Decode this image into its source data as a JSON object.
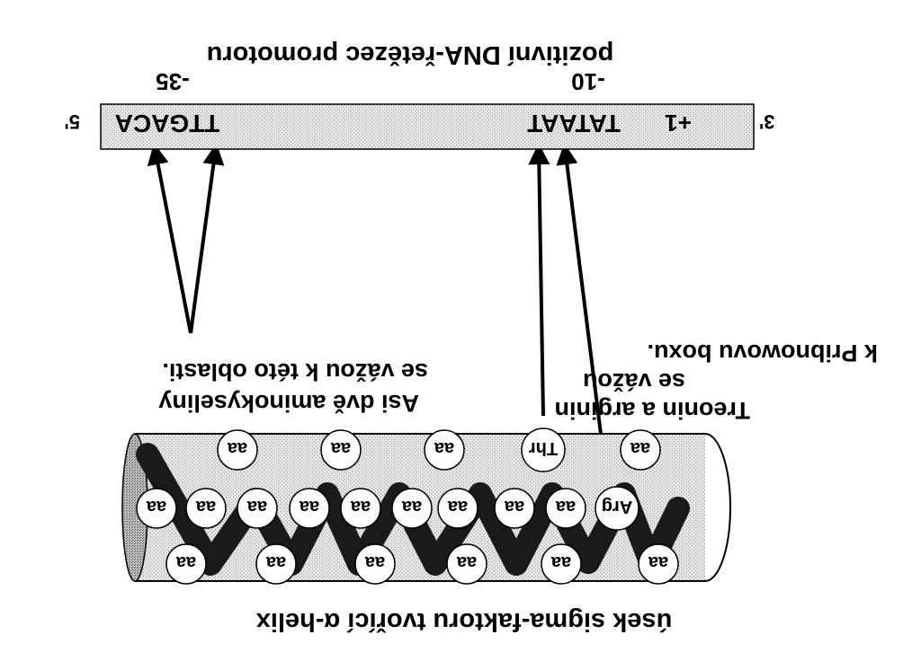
{
  "dna": {
    "title": "pozitivní DNA-řetězec promotoru",
    "end5": "5'",
    "end3": "3'",
    "pos_minus35": "-35",
    "pos_minus10": "-10",
    "seq_minus35": "TTGACA",
    "seq_minus10": "TATAAT",
    "pos_plus1": "+1"
  },
  "annotations": {
    "left_line1": "Asi dvě aminokyseliny",
    "left_line2": "se vážou k této oblasti.",
    "right_line1": "Treonin a arginin",
    "right_line2": "se vážou",
    "right_line3": "k Pribnowovu boxu."
  },
  "helix": {
    "caption": "úsek sigma-faktoru tvořící α-helix",
    "aa": "aa",
    "thr": "Thr",
    "arg": "Arg"
  }
}
